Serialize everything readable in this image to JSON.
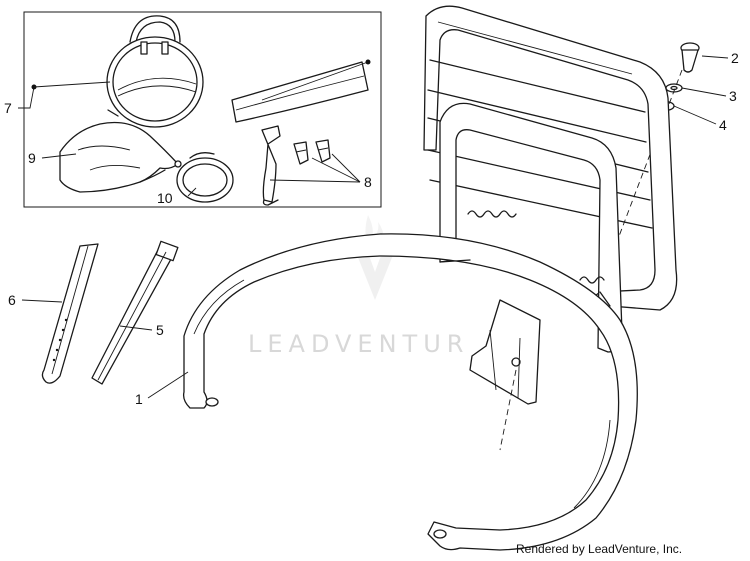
{
  "watermark": {
    "text": "LEADVENTUR"
  },
  "credit": {
    "text": "Rendered by LeadVenture, Inc."
  },
  "callouts": [
    {
      "id": "1",
      "label": "1"
    },
    {
      "id": "2",
      "label": "2"
    },
    {
      "id": "3",
      "label": "3"
    },
    {
      "id": "4",
      "label": "4"
    },
    {
      "id": "5",
      "label": "5"
    },
    {
      "id": "6",
      "label": "6"
    },
    {
      "id": "7",
      "label": "7"
    },
    {
      "id": "8",
      "label": "8"
    },
    {
      "id": "9",
      "label": "9"
    },
    {
      "id": "10",
      "label": "10"
    }
  ],
  "colors": {
    "line": "#1a1a1a",
    "watermark": "#d8d8d8",
    "background": "#ffffff"
  }
}
